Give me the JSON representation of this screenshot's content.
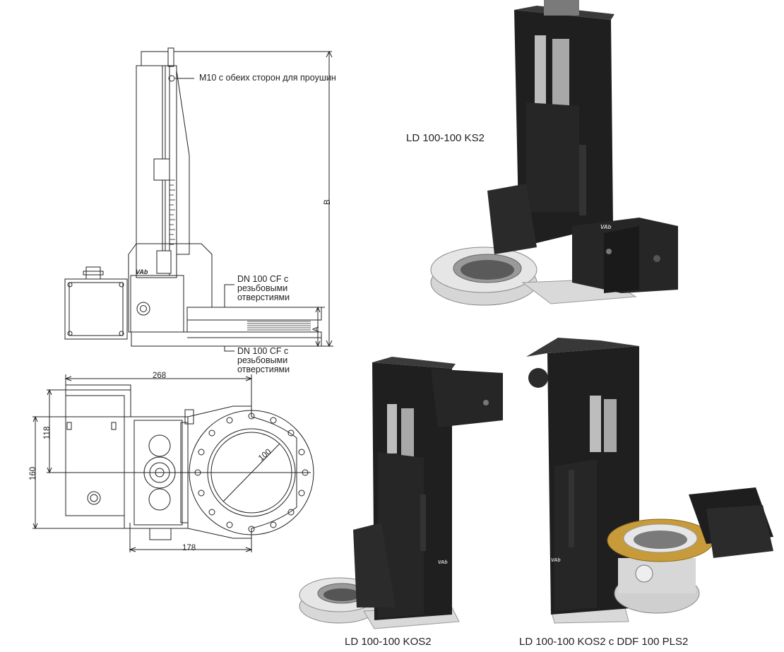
{
  "drawing": {
    "note_m10": "M10 с обеих сторон для проушин",
    "note_dn_top": [
      "DN 100 CF с",
      "резьбовыми",
      "отверстиями"
    ],
    "note_dn_bottom": [
      "DN 100 CF с",
      "резьбовыми",
      "отверстиями"
    ],
    "dim_B": "B",
    "dim_A": "A",
    "dim_268": "268",
    "dim_118": "118",
    "dim_160": "160",
    "dim_100": "100",
    "dim_178": "178",
    "logo_text": "VAb"
  },
  "products": [
    {
      "caption": "LD 100-100 KS2"
    },
    {
      "caption": "LD 100-100 KOS2"
    },
    {
      "caption": "LD 100-100 KOS2 с DDF 100 PLS2"
    }
  ],
  "colors": {
    "line": "#222222",
    "body_dark": "#1c1c1c",
    "body_mid": "#2d2d2d",
    "metal": "#c9c9c9",
    "metal_light": "#e8e8e8",
    "gold": "#c79a3a"
  }
}
